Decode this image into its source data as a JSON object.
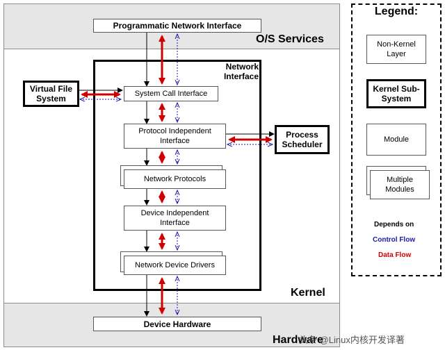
{
  "layers": {
    "os_services": "O/S Services",
    "kernel": "Kernel",
    "hardware": "Hardware"
  },
  "boxes": {
    "programmatic_network_interface": "Programmatic Network Interface",
    "network_interface": "Network\nInterface",
    "virtual_file_system": "Virtual File\nSystem",
    "system_call_interface": "System Call Interface",
    "protocol_independent_interface": "Protocol Independent\nInterface",
    "process_scheduler": "Process\nScheduler",
    "network_protocols": "Network Protocols",
    "device_independent_interface": "Device Independent\nInterface",
    "network_device_drivers": "Network Device Drivers",
    "device_hardware": "Device Hardware"
  },
  "legend": {
    "title": "Legend:",
    "non_kernel_layer": "Non-Kernel\nLayer",
    "kernel_subsystem": "Kernel Sub-\nSystem",
    "module": "Module",
    "multiple_modules": "Multiple\nModules",
    "depends_on": "Depends on",
    "control_flow": "Control Flow",
    "data_flow": "Data Flow"
  },
  "colors": {
    "data_flow": "#d00000",
    "control_flow": "#1a1aa6",
    "depends_on": "#000000",
    "layer_fill": "#e6e6e6"
  },
  "watermark": "头条 @Linux内核开发译著"
}
